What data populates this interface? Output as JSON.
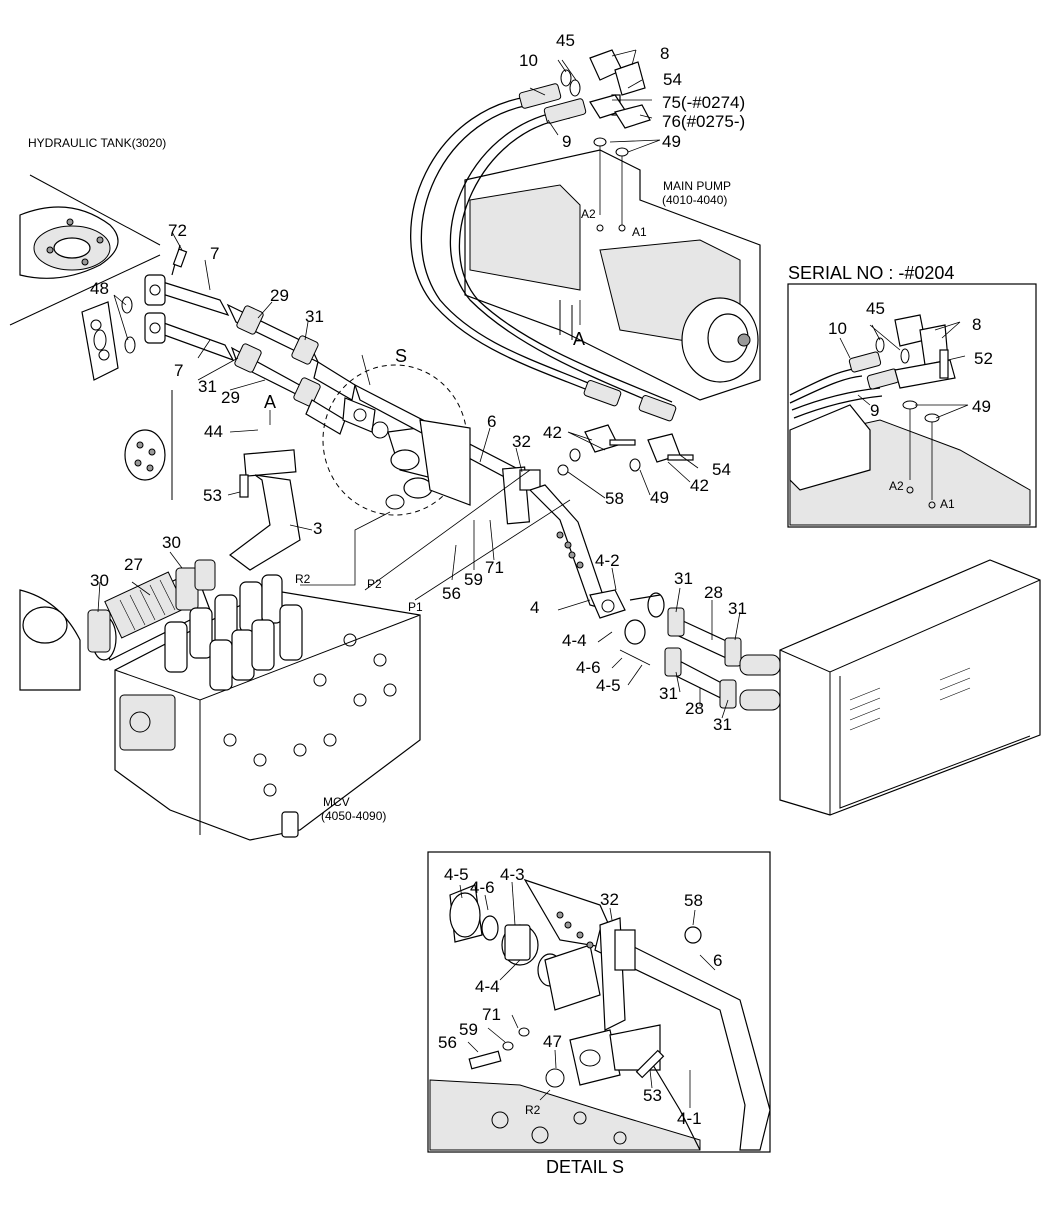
{
  "titles": {
    "hydraulic_tank": "HYDRAULIC TANK(3020)",
    "main_pump_1": "MAIN PUMP",
    "main_pump_2": "(4010-4040)",
    "serial": "SERIAL NO : -#0204",
    "mcv_1": "MCV",
    "mcv_2": "(4050-4090)",
    "detail_s": "DETAIL  S"
  },
  "view_letters": {
    "s": "S",
    "a_section": "A",
    "a_pump": "A"
  },
  "ports": {
    "a1": "A1",
    "a2": "A2",
    "a1_inset": "A1",
    "a2_inset": "A2",
    "r2": "R2",
    "p2": "P2",
    "p1": "P1",
    "r2_detail": "R2"
  },
  "callouts_main": {
    "c45": "45",
    "c10": "10",
    "c8": "8",
    "c54a": "54",
    "c75": "75(-#0274)",
    "c76": "76(#0275-)",
    "c9": "9",
    "c49a": "49",
    "c72": "72",
    "c7a": "7",
    "c48": "48",
    "c29a": "29",
    "c31a": "31",
    "c7b": "7",
    "c31b": "31",
    "c29b": "29",
    "c44": "44",
    "c53": "53",
    "c3": "3",
    "c30a": "30",
    "c27": "27",
    "c30b": "30",
    "c6": "6",
    "c32": "32",
    "c42a": "42",
    "c54b": "54",
    "c42b": "42",
    "c49b": "49",
    "c58": "58",
    "c56": "56",
    "c59": "59",
    "c71": "71",
    "c4_2": "4-2",
    "c4": "4",
    "c4_4": "4-4",
    "c4_6": "4-6",
    "c4_5": "4-5",
    "c31c": "31",
    "c28a": "28",
    "c31d": "31",
    "c31e": "31",
    "c28b": "28",
    "c31f": "31"
  },
  "callouts_inset": {
    "c10": "10",
    "c45": "45",
    "c8": "8",
    "c52": "52",
    "c9": "9",
    "c49": "49"
  },
  "callouts_detail": {
    "c4_5": "4-5",
    "c4_6": "4-6",
    "c4_3": "4-3",
    "c32": "32",
    "c58": "58",
    "c6": "6",
    "c4_4": "4-4",
    "c71": "71",
    "c59": "59",
    "c56": "56",
    "c47": "47",
    "c53": "53",
    "c4_1": "4-1"
  }
}
